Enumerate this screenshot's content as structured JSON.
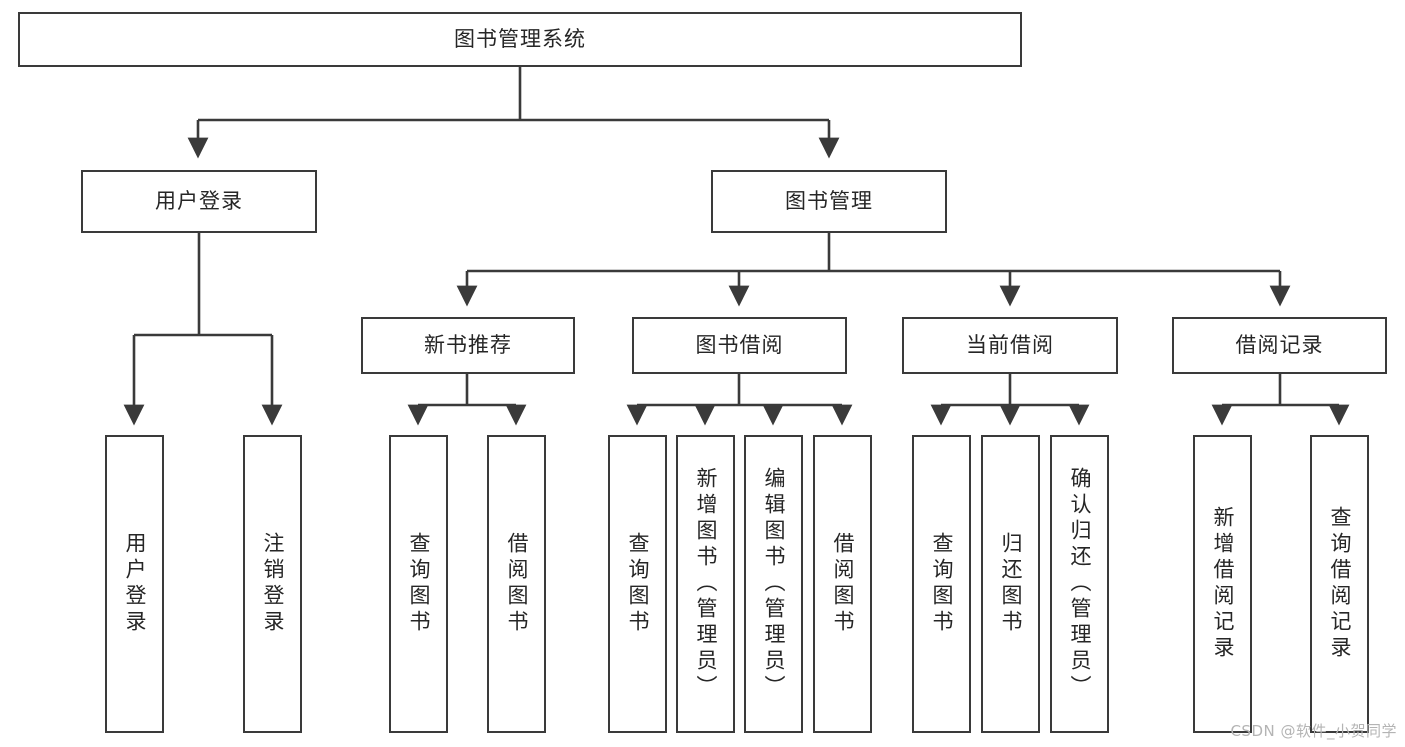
{
  "diagram": {
    "title": "图书管理系统",
    "type": "tree",
    "watermark": "CSDN @软件_小贺同学",
    "colors": {
      "box_border": "#3a3a3a",
      "box_fill": "#ffffff",
      "connector": "#3a3a3a",
      "text": "#262626",
      "watermark": "#b4b4b4"
    },
    "nodes": {
      "root": {
        "label": "图书管理系统"
      },
      "level2": [
        {
          "id": "user-login",
          "label": "用户登录"
        },
        {
          "id": "book-manage",
          "label": "图书管理"
        }
      ],
      "level3": [
        {
          "id": "new-book-recommend",
          "label": "新书推荐"
        },
        {
          "id": "book-borrow",
          "label": "图书借阅"
        },
        {
          "id": "current-borrow",
          "label": "当前借阅"
        },
        {
          "id": "borrow-record",
          "label": "借阅记录"
        }
      ],
      "leaves": {
        "user-login": [
          {
            "id": "leaf-user-login",
            "label": "用户登录"
          },
          {
            "id": "leaf-logout",
            "label": "注销登录"
          }
        ],
        "new-book-recommend": [
          {
            "id": "leaf-query-book-1",
            "label": "查询图书"
          },
          {
            "id": "leaf-borrow-book-1",
            "label": "借阅图书"
          }
        ],
        "book-borrow": [
          {
            "id": "leaf-query-book-2",
            "label": "查询图书"
          },
          {
            "id": "leaf-add-book",
            "label": "新增图书（管理员）"
          },
          {
            "id": "leaf-edit-book",
            "label": "编辑图书（管理员）"
          },
          {
            "id": "leaf-borrow-book-2",
            "label": "借阅图书"
          }
        ],
        "current-borrow": [
          {
            "id": "leaf-query-book-3",
            "label": "查询图书"
          },
          {
            "id": "leaf-return-book",
            "label": "归还图书"
          },
          {
            "id": "leaf-confirm-return",
            "label": "确认归还（管理员）"
          }
        ],
        "borrow-record": [
          {
            "id": "leaf-add-record",
            "label": "新增借阅记录"
          },
          {
            "id": "leaf-query-record",
            "label": "查询借阅记录"
          }
        ]
      }
    }
  }
}
